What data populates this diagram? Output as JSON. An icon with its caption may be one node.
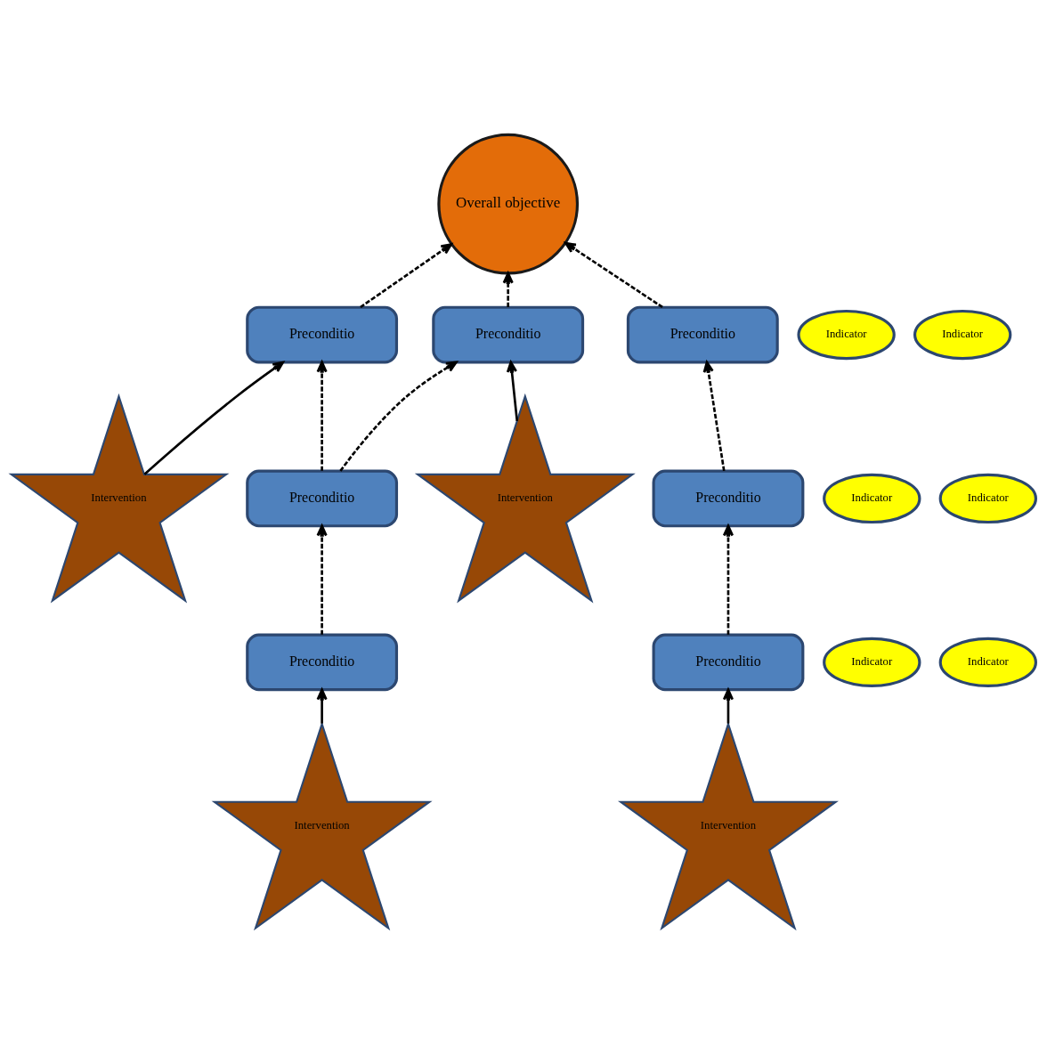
{
  "diagram": {
    "nodes": [
      {
        "text": [
          "Overall objective"
        ]
      },
      {
        "text": [
          "Indicator"
        ]
      },
      {
        "text": [
          "Preconditio"
        ]
      },
      {
        "text": [
          "Preconditio"
        ]
      },
      {
        "text": [
          "Indicator"
        ]
      },
      {
        "text": [
          "Preconditio"
        ]
      },
      {
        "text": [
          "Intervention"
        ]
      },
      {
        "text": [
          "Intervention"
        ]
      },
      {
        "text": [
          "Indicator"
        ]
      },
      {
        "text": [
          "Preconditio"
        ]
      },
      {
        "text": [
          "Indicator"
        ]
      },
      {
        "text": [
          "Preconditio"
        ]
      },
      {
        "text": [
          "Indicator"
        ]
      },
      {
        "text": [
          "Preconditio"
        ]
      },
      {
        "text": [
          "Indicator"
        ]
      },
      {
        "text": [
          "Preconditio"
        ]
      },
      {
        "text": [
          "Intervention"
        ]
      },
      {
        "text": [
          "Intervention"
        ]
      }
    ],
    "edges": [
      {
        "from": 2,
        "to": 0,
        "arrow": "to",
        "style": "dashed"
      },
      {
        "from": 3,
        "to": 0,
        "arrow": "to",
        "style": "dashed"
      },
      {
        "from": 5,
        "to": 0,
        "arrow": "to",
        "style": "dashed"
      },
      {
        "from": 6,
        "to": 2,
        "arrow": "to"
      },
      {
        "from": 9,
        "to": 2,
        "arrow": "to",
        "style": "dashed"
      },
      {
        "from": 9,
        "to": 3,
        "arrow": "to",
        "style": "dashed"
      },
      {
        "from": 7,
        "to": 3,
        "arrow": "to"
      },
      {
        "from": 11,
        "to": 5,
        "arrow": "to",
        "style": "dashed"
      },
      {
        "from": 13,
        "to": 9,
        "arrow": "to",
        "style": "dashed"
      },
      {
        "from": 15,
        "to": 11,
        "arrow": "to",
        "style": "dashed"
      },
      {
        "from": 16,
        "to": 13,
        "arrow": "to"
      },
      {
        "from": 17,
        "to": 15,
        "arrow": "to"
      }
    ]
  }
}
